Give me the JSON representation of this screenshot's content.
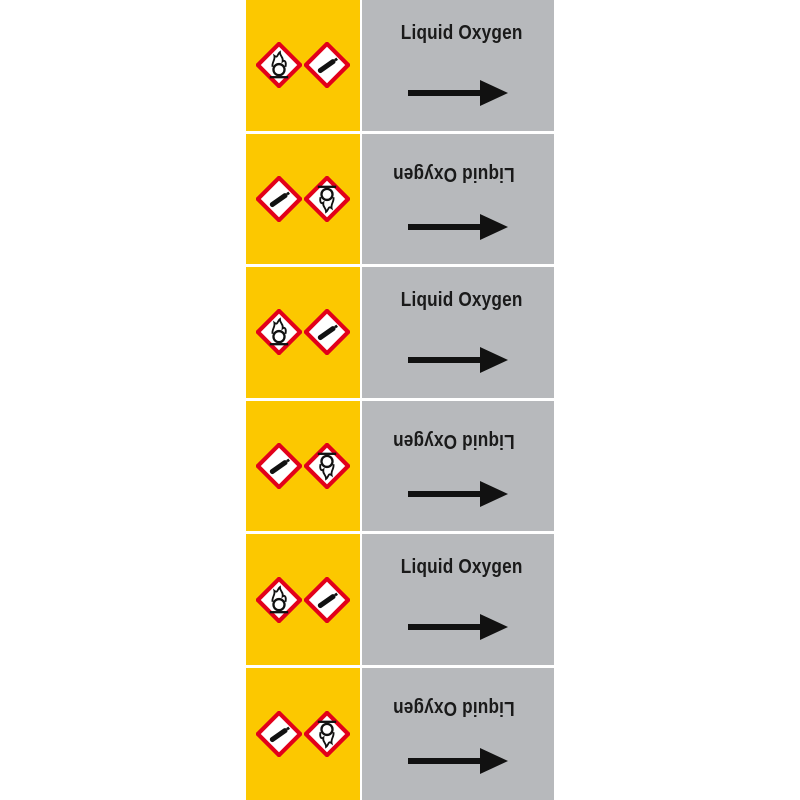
{
  "colors": {
    "hazard_band": "#fcc800",
    "media_band": "#b7b9bc",
    "ghs_border": "#e2001a",
    "text": "#1a1a1a"
  },
  "markers": [
    {
      "label": "Liquid Oxygen",
      "orientation": "upright",
      "pictograms": [
        "ghs03-oxidizing-icon",
        "ghs04-gas-cylinder-icon"
      ],
      "arrow": "right-arrow-icon"
    },
    {
      "label": "Liquid Oxygen",
      "orientation": "inverted",
      "pictograms": [
        "ghs04-gas-cylinder-icon",
        "ghs03-oxidizing-icon"
      ],
      "arrow": "right-arrow-icon"
    },
    {
      "label": "Liquid Oxygen",
      "orientation": "upright",
      "pictograms": [
        "ghs03-oxidizing-icon",
        "ghs04-gas-cylinder-icon"
      ],
      "arrow": "right-arrow-icon"
    },
    {
      "label": "Liquid Oxygen",
      "orientation": "inverted",
      "pictograms": [
        "ghs04-gas-cylinder-icon",
        "ghs03-oxidizing-icon"
      ],
      "arrow": "right-arrow-icon"
    },
    {
      "label": "Liquid Oxygen",
      "orientation": "upright",
      "pictograms": [
        "ghs03-oxidizing-icon",
        "ghs04-gas-cylinder-icon"
      ],
      "arrow": "right-arrow-icon"
    },
    {
      "label": "Liquid Oxygen",
      "orientation": "inverted",
      "pictograms": [
        "ghs04-gas-cylinder-icon",
        "ghs03-oxidizing-icon"
      ],
      "arrow": "right-arrow-icon"
    }
  ]
}
